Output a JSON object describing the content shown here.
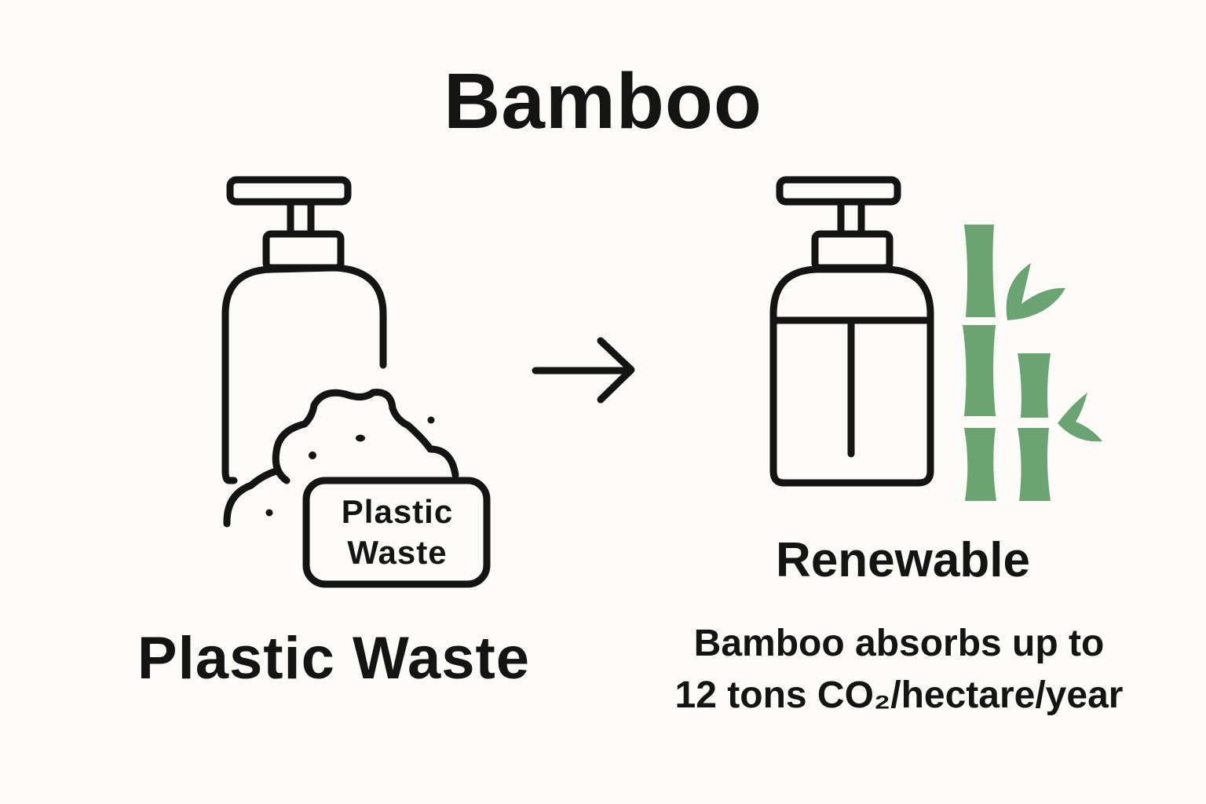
{
  "title": "Bamboo",
  "left": {
    "label": "Plastic Waste",
    "badge_lines": [
      "Plastic",
      "Waste"
    ],
    "icons": [
      "soap-pump-bottle-icon",
      "waste-pile-icon"
    ]
  },
  "arrow": "right-arrow-icon",
  "right": {
    "label": "Renewable",
    "caption_lines": [
      "Bamboo absorbs up to",
      "12 tons CO₂/hectare/year"
    ],
    "icons": [
      "soap-pump-bottle-icon",
      "bamboo-icon"
    ]
  },
  "colors": {
    "background": "#fcfbf7",
    "ink": "#141414",
    "bamboo_green": "#6aa472"
  }
}
